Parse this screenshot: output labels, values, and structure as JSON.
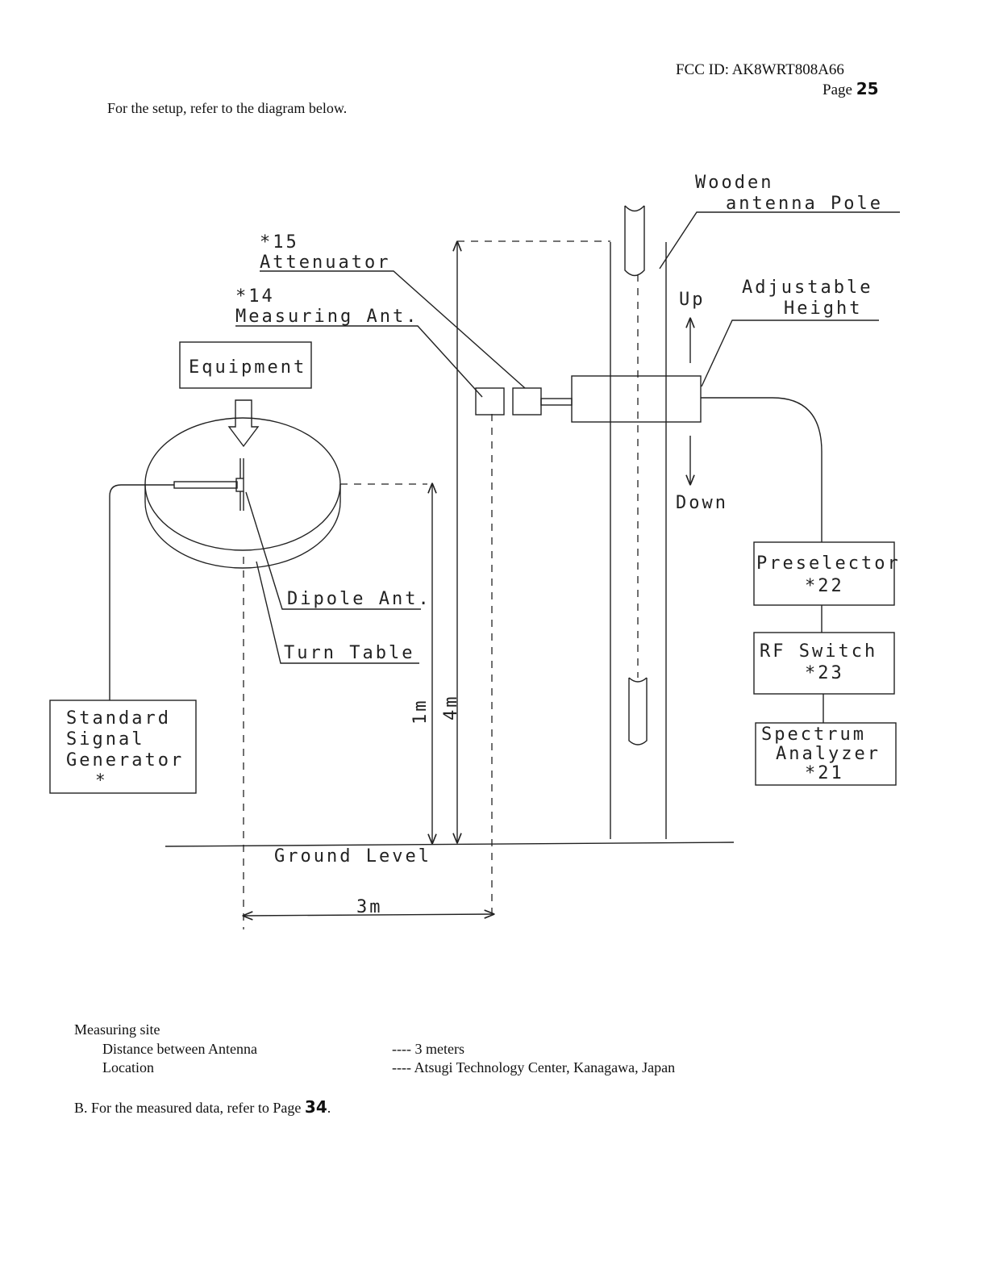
{
  "header": {
    "fcc_id": "FCC ID: AK8WRT808A66",
    "page_prefix": "Page",
    "page_number": "25"
  },
  "intro": "For the setup, refer to the diagram below.",
  "diagram": {
    "pole_label_1": "Wooden",
    "pole_label_2": "antenna Pole",
    "attenuator_ref": "*15",
    "attenuator_label": "Attenuator",
    "measuring_ant_ref": "*14",
    "measuring_ant_label": "Measuring Ant.",
    "equipment": "Equipment",
    "up": "Up",
    "down": "Down",
    "adjustable_1": "Adjustable",
    "adjustable_2": "Height",
    "dipole": "Dipole Ant.",
    "turn_table": "Turn Table",
    "generator_1": "Standard",
    "generator_2": "Signal",
    "generator_3": "Generator",
    "generator_ref": "*",
    "preselector": "Preselector",
    "preselector_ref": "*22",
    "rf_switch": "RF Switch",
    "rf_switch_ref": "*23",
    "analyzer_1": "Spectrum",
    "analyzer_2": "Analyzer",
    "analyzer_ref": "*21",
    "height_1m": "1m",
    "height_4m": "4m",
    "ground": "Ground Level",
    "distance": "3m"
  },
  "site": {
    "heading": "Measuring site",
    "rows": [
      {
        "label": "Distance between Antenna",
        "value": "---- 3 meters"
      },
      {
        "label": "Location",
        "value": "---- Atsugi Technology Center, Kanagawa, Japan"
      }
    ]
  },
  "footer": {
    "text": "B. For the measured data, refer to Page",
    "page": "34",
    "period": "."
  }
}
